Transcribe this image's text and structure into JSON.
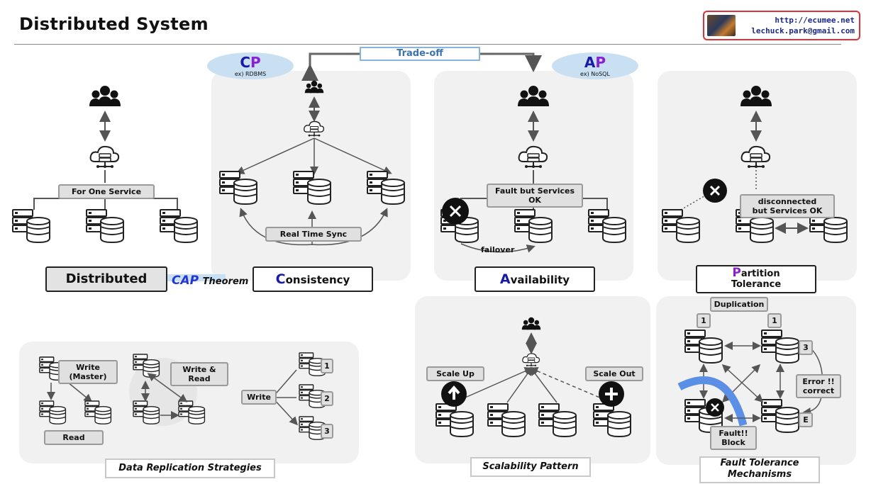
{
  "header": {
    "title": "Distributed System",
    "contact_url": "http://ecumee.net",
    "contact_email": "lechuck.park@gmail.com"
  },
  "cap": {
    "tradeoff": "Trade-off",
    "cp": {
      "c": "C",
      "p": "P",
      "example": "ex) RDBMS"
    },
    "ap": {
      "a": "A",
      "p": "P",
      "example": "ex) NoSQL"
    },
    "theorem_cap": "CAP",
    "theorem_word": "Theorem"
  },
  "distributed": {
    "service_label": "For One Service",
    "label": "Distributed"
  },
  "consistency": {
    "sync_label": "Real Time Sync",
    "label_first": "C",
    "label_rest": "onsistency"
  },
  "availability": {
    "fault_label": "Fault but Services OK",
    "failover": "failover",
    "label_first": "A",
    "label_rest": "vailability"
  },
  "partition": {
    "disconnected_line1": "disconnected",
    "disconnected_line2": "but Services OK",
    "label_first": "P",
    "label_rest": "artition",
    "label_line2": "Tolerance"
  },
  "replication": {
    "write_master_1": "Write",
    "write_master_2": "(Master)",
    "read": "Read",
    "write_read_1": "Write &",
    "write_read_2": "Read",
    "write": "Write",
    "num1": "1",
    "num2": "2",
    "num3": "3",
    "label": "Data Replication Strategies"
  },
  "scalability": {
    "scale_up": "Scale Up",
    "scale_out": "Scale Out",
    "label": "Scalability Pattern"
  },
  "fault_tolerance": {
    "duplication": "Duplication",
    "num1a": "1",
    "num1b": "1",
    "num3": "3",
    "error_1": "Error !!",
    "error_2": "correct",
    "fault_1": "Fault!!",
    "fault_2": "Block",
    "e": "E",
    "label_1": "Fault Tolerance",
    "label_2": "Mechanisms"
  },
  "colors": {
    "accent_blue": "#1a1aa8",
    "accent_purple": "#8a1fd6",
    "ellipse": "#c9dff2",
    "panel": "#f1f1f1",
    "contact_border": "#e0303a"
  }
}
